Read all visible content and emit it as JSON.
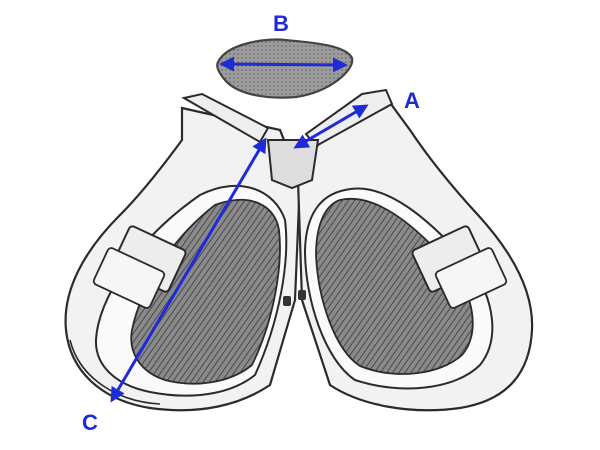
{
  "labels": {
    "a": "A",
    "b": "B",
    "c": "C"
  },
  "colors": {
    "measure": "#1f2bd6",
    "line": "#2b2b2b",
    "fill_dark": "#6f6f6f",
    "fill_light": "#f3f3f3",
    "pad_gray": "#9a9a9a"
  },
  "icons": {
    "arrow": "double-headed-arrow"
  }
}
